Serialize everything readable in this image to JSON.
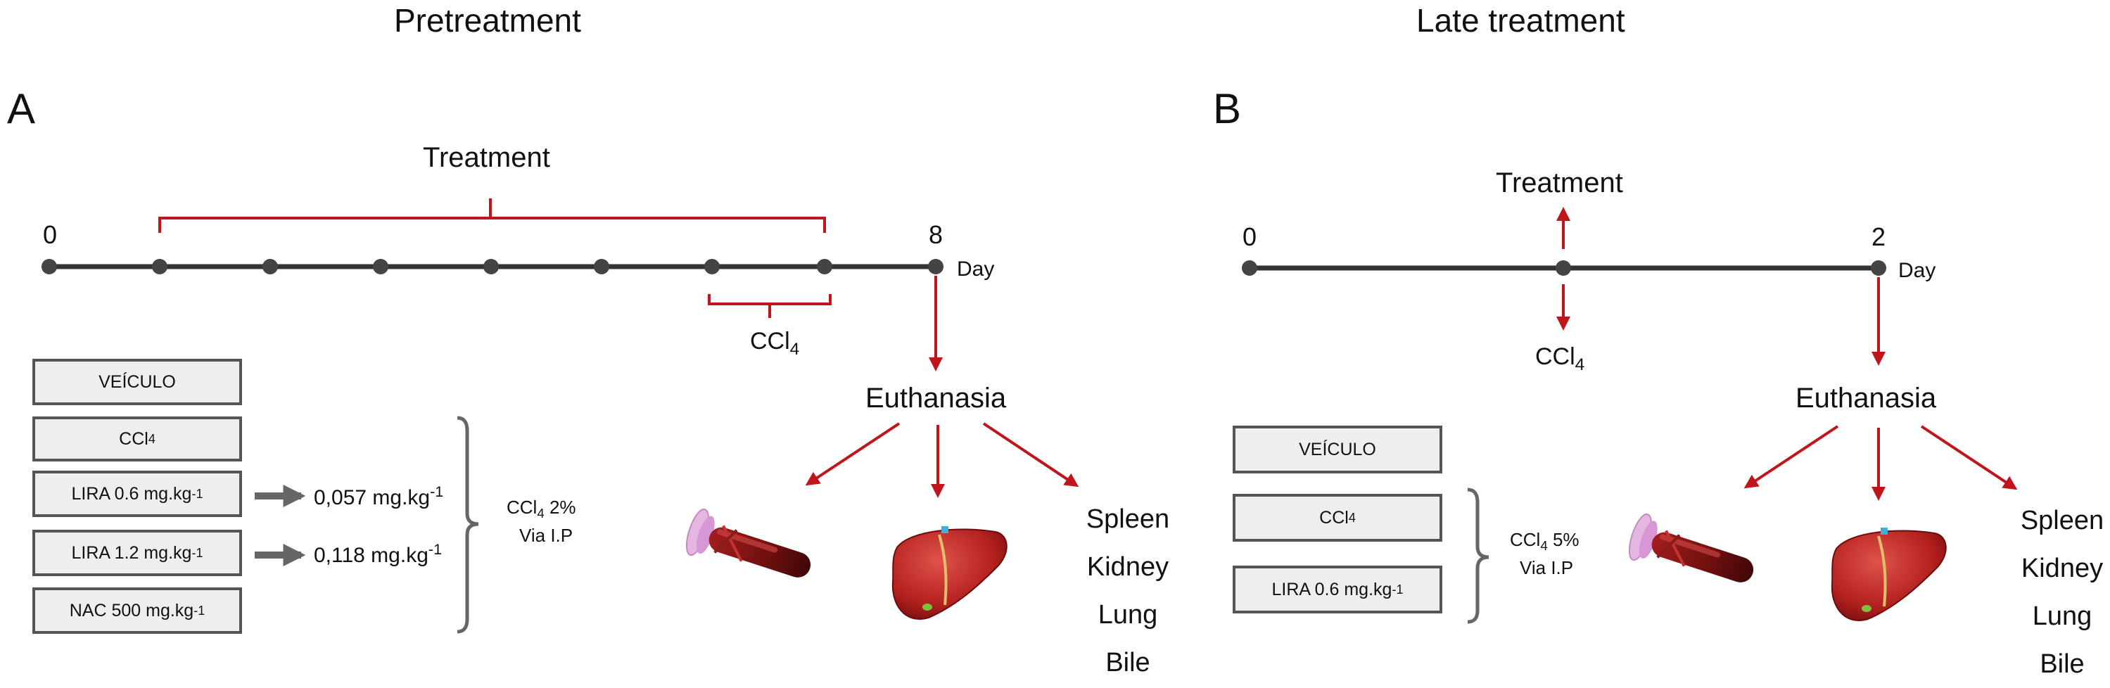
{
  "panel_a": {
    "title": "Pretreatment",
    "letter": "A",
    "treatment_label": "Treatment",
    "timeline_start": "0",
    "timeline_end": "8",
    "day_label": "Day",
    "ccl4_base": "CCl",
    "ccl4_sub": "4",
    "euthanasia_label": "Euthanasia",
    "groups": [
      {
        "text": "VEÍCULO",
        "sub": "",
        "sup": ""
      },
      {
        "text": "CCl",
        "sub": "4",
        "sup": ""
      },
      {
        "text": "LIRA 0.6 mg.kg",
        "sub": "",
        "sup": "-1"
      },
      {
        "text": "LIRA 1.2 mg.kg",
        "sub": "",
        "sup": "-1"
      },
      {
        "text": "NAC 500 mg.kg",
        "sub": "",
        "sup": "-1"
      }
    ],
    "dose_conversions": [
      {
        "text": "0,057 mg.kg",
        "sup": "-1"
      },
      {
        "text": "0,118 mg.kg",
        "sup": "-1"
      }
    ],
    "ccl4_dose_base": "CCl",
    "ccl4_dose_sub": "4",
    "ccl4_dose_pct": " 2%",
    "route": "Via I.P",
    "organs": [
      "Spleen",
      "Kidney",
      "Lung",
      "Bile"
    ]
  },
  "panel_b": {
    "title": "Late treatment",
    "letter": "B",
    "treatment_label": "Treatment",
    "timeline_start": "0",
    "timeline_end": "2",
    "day_label": "Day",
    "ccl4_base": "CCl",
    "ccl4_sub": "4",
    "euthanasia_label": "Euthanasia",
    "groups": [
      {
        "text": "VEÍCULO",
        "sub": "",
        "sup": ""
      },
      {
        "text": "CCl",
        "sub": "4",
        "sup": ""
      },
      {
        "text": "LIRA 0.6 mg.kg",
        "sub": "",
        "sup": "-1"
      }
    ],
    "ccl4_dose_base": "CCl",
    "ccl4_dose_sub": "4",
    "ccl4_dose_pct": " 5%",
    "route": "Via I.P",
    "organs": [
      "Spleen",
      "Kidney",
      "Lung",
      "Bile"
    ]
  },
  "colors": {
    "timeline": "#333333",
    "arrow_red": "#c0161b",
    "box_fill": "#eeeeee",
    "box_border": "#555555"
  }
}
